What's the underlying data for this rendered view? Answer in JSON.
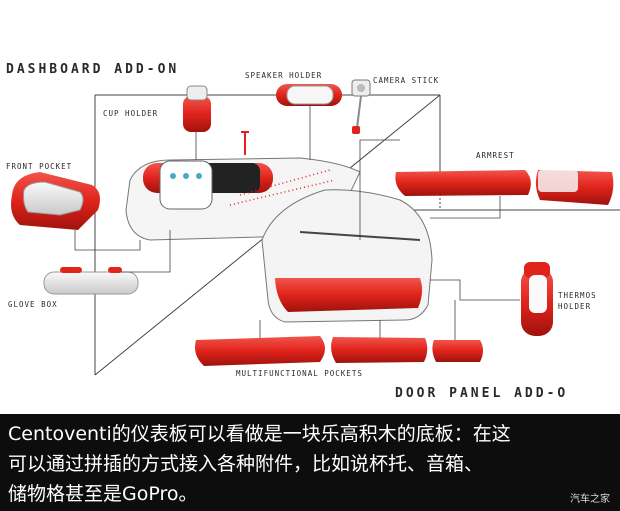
{
  "labels": {
    "dashboard_addon": "DASHBOARD ADD-ON",
    "door_panel_addon": "DOOR PANEL ADD-O",
    "speaker_holder": "SPEAKER HOLDER",
    "camera_stick": "CAMERA STICK",
    "cup_holder": "CUP HOLDER",
    "front_pocket": "FRONT POCKET",
    "armrest": "ARMREST",
    "glove_box": "GLOVE BOX",
    "thermos_holder_1": "THERMOS",
    "thermos_holder_2": "HOLDER",
    "multifunctional_pockets": "MULTIFUNCTIONAL POCKETS"
  },
  "caption": {
    "line1": "Centoventi的仪表板可以看做是一块乐高积木的底板：在这",
    "line2": "可以通过拼插的方式接入各种附件，比如说杯托、音箱、",
    "line3": "储物格甚至是GoPro。"
  },
  "watermark": "汽车之家",
  "colors": {
    "accent_red": "#e0231b",
    "dark_red": "#a9160f",
    "caption_bg": "#0d0d0d"
  }
}
